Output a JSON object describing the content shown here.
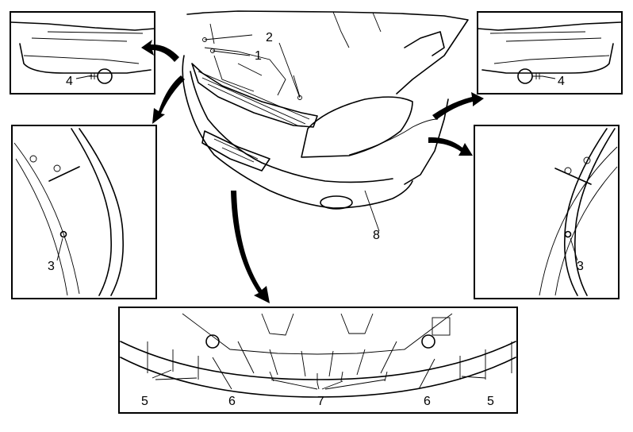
{
  "callouts": {
    "c1": "1",
    "c2": "2",
    "c3_left": "3",
    "c3_right": "3",
    "c4_left": "4",
    "c4_right": "4",
    "c5_left": "5",
    "c5_right": "5",
    "c6_left": "6",
    "c6_right": "6",
    "c7": "7",
    "c8": "8"
  },
  "colors": {
    "line": "#000000",
    "background": "#ffffff"
  }
}
